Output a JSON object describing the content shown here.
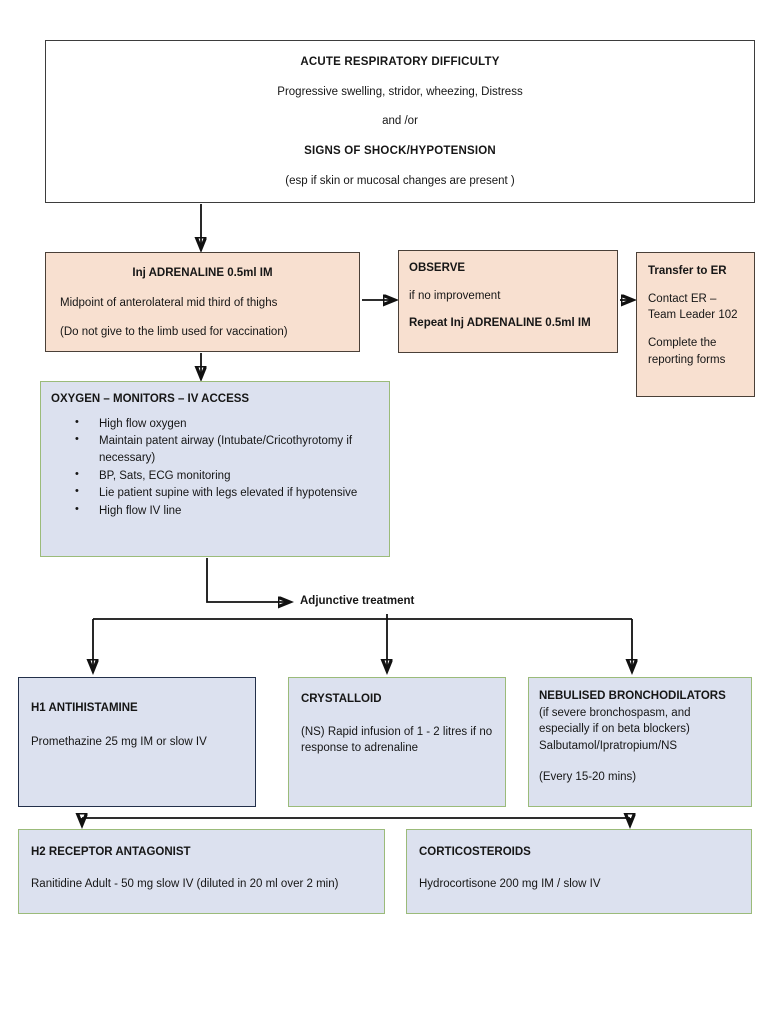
{
  "diagram": {
    "title": "Anaphylaxis management flowchart",
    "colors": {
      "peach_fill": "#F8E0D0",
      "peach_border": "#4a4038",
      "blue_fill": "#DCE1EF",
      "green_border": "#9BBB7A",
      "navy_border": "#23304a",
      "connector": "#111111"
    }
  },
  "presentation": {
    "line1": "ACUTE RESPIRATORY DIFFICULTY",
    "line2": "Progressive swelling, stridor, wheezing, Distress",
    "line3": "and /or",
    "line4": "SIGNS OF SHOCK/HYPOTENSION",
    "line5": "(esp if skin or mucosal changes are present )"
  },
  "adrenaline": {
    "title": "Inj ADRENALINE 0.5ml   IM",
    "line1": "Midpoint of anterolateral mid third of thighs",
    "line2": "(Do not give to the limb used for vaccination)"
  },
  "observe": {
    "title": "OBSERVE",
    "line1": "if no improvement",
    "line2": "Repeat Inj ADRENALINE 0.5ml   IM"
  },
  "transfer": {
    "title": "Transfer to ER",
    "line1": "Contact ER – Team Leader  102",
    "line2": "Complete the reporting forms"
  },
  "oxygen": {
    "title": "OXYGEN – MONITORS – IV ACCESS",
    "bullets": [
      "High flow oxygen",
      "Maintain patent airway (Intubate/Cricothyrotomy if necessary)",
      "BP, Sats, ECG monitoring",
      "Lie patient supine with legs elevated if hypotensive",
      "High flow IV line"
    ]
  },
  "adjunctive": {
    "label": "Adjunctive treatment"
  },
  "h1_antihistamine": {
    "title": "H1 ANTIHISTAMINE",
    "line1": "Promethazine  25 mg IM or slow IV"
  },
  "crystalloid": {
    "title": "CRYSTALLOID",
    "line1": "(NS) Rapid infusion of 1 - 2 litres if no response to adrenaline"
  },
  "nebulised": {
    "title": "NEBULISED BRONCHODILATORS",
    "line1": "(if severe bronchospasm, and",
    "line2": "especially if on beta blockers)",
    "line3": "Salbutamol/Ipratropium/NS",
    "line4": "(Every 15-20 mins)"
  },
  "h2_antagonist": {
    "title": "H2 RECEPTOR ANTAGONIST",
    "line1": "Ranitidine Adult - 50 mg  slow IV (diluted in 20 ml over 2 min)"
  },
  "corticosteroids": {
    "title": "CORTICOSTEROIDS",
    "line1": "Hydrocortisone 200 mg IM / slow IV"
  }
}
